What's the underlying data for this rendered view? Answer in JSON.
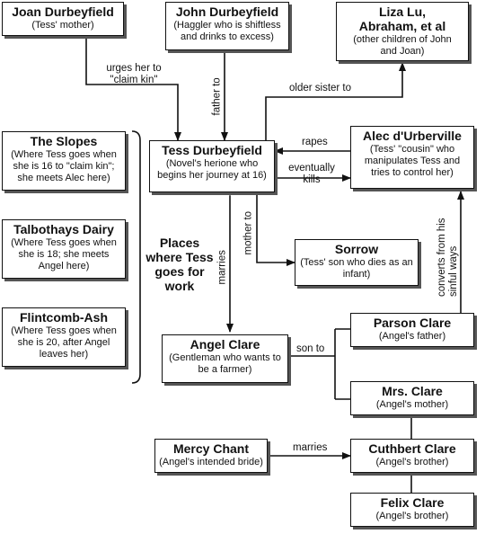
{
  "nodes": {
    "joan": {
      "name": "Joan Durbeyfield",
      "desc": "(Tess' mother)"
    },
    "john": {
      "name": "John Durbeyfield",
      "desc": "(Haggler who is shiftless and drinks to excess)"
    },
    "liza": {
      "name": "Liza Lu, Abraham, et al",
      "desc": "(other children of John and Joan)"
    },
    "slopes": {
      "name": "The Slopes",
      "desc": "(Where Tess goes when she is 16 to \"claim kin\"; she meets Alec here)"
    },
    "talbothays": {
      "name": "Talbothays Dairy",
      "desc": "(Where Tess goes when she is 18; she meets Angel here)"
    },
    "flintcomb": {
      "name": "Flintcomb-Ash",
      "desc": "(Where Tess goes when she is 20, after Angel leaves her)"
    },
    "tess": {
      "name": "Tess Durbeyfield",
      "desc": "(Novel's herione who begins her journey at 16)"
    },
    "alec": {
      "name": "Alec d'Urberville",
      "desc": "(Tess' \"cousin\" who manipulates Tess and tries to control her)"
    },
    "sorrow": {
      "name": "Sorrow",
      "desc": "(Tess' son who dies as an infant)"
    },
    "angel": {
      "name": "Angel Clare",
      "desc": "(Gentleman who wants to be a farmer)"
    },
    "parson": {
      "name": "Parson Clare",
      "desc": "(Angel's father)"
    },
    "mrs": {
      "name": "Mrs. Clare",
      "desc": "(Angel's mother)"
    },
    "mercy": {
      "name": "Mercy Chant",
      "desc": "(Angel's intended bride)"
    },
    "cuthbert": {
      "name": "Cuthbert Clare",
      "desc": "(Angel's brother)"
    },
    "felix": {
      "name": "Felix Clare",
      "desc": "(Angel's brother)"
    }
  },
  "places_label": "Places where Tess goes for work",
  "edges": {
    "urges": "urges her to \"claim kin\"",
    "father": "father to",
    "older_sister": "older sister to",
    "rapes": "rapes",
    "kills": "eventually kills",
    "mother": "mother to",
    "marries_angel": "marries",
    "converts": "converts from his sinful ways",
    "son_to": "son to",
    "marries_mercy": "marries"
  },
  "colors": {
    "line": "#111111",
    "shadow": "#555555",
    "background": "#ffffff"
  }
}
